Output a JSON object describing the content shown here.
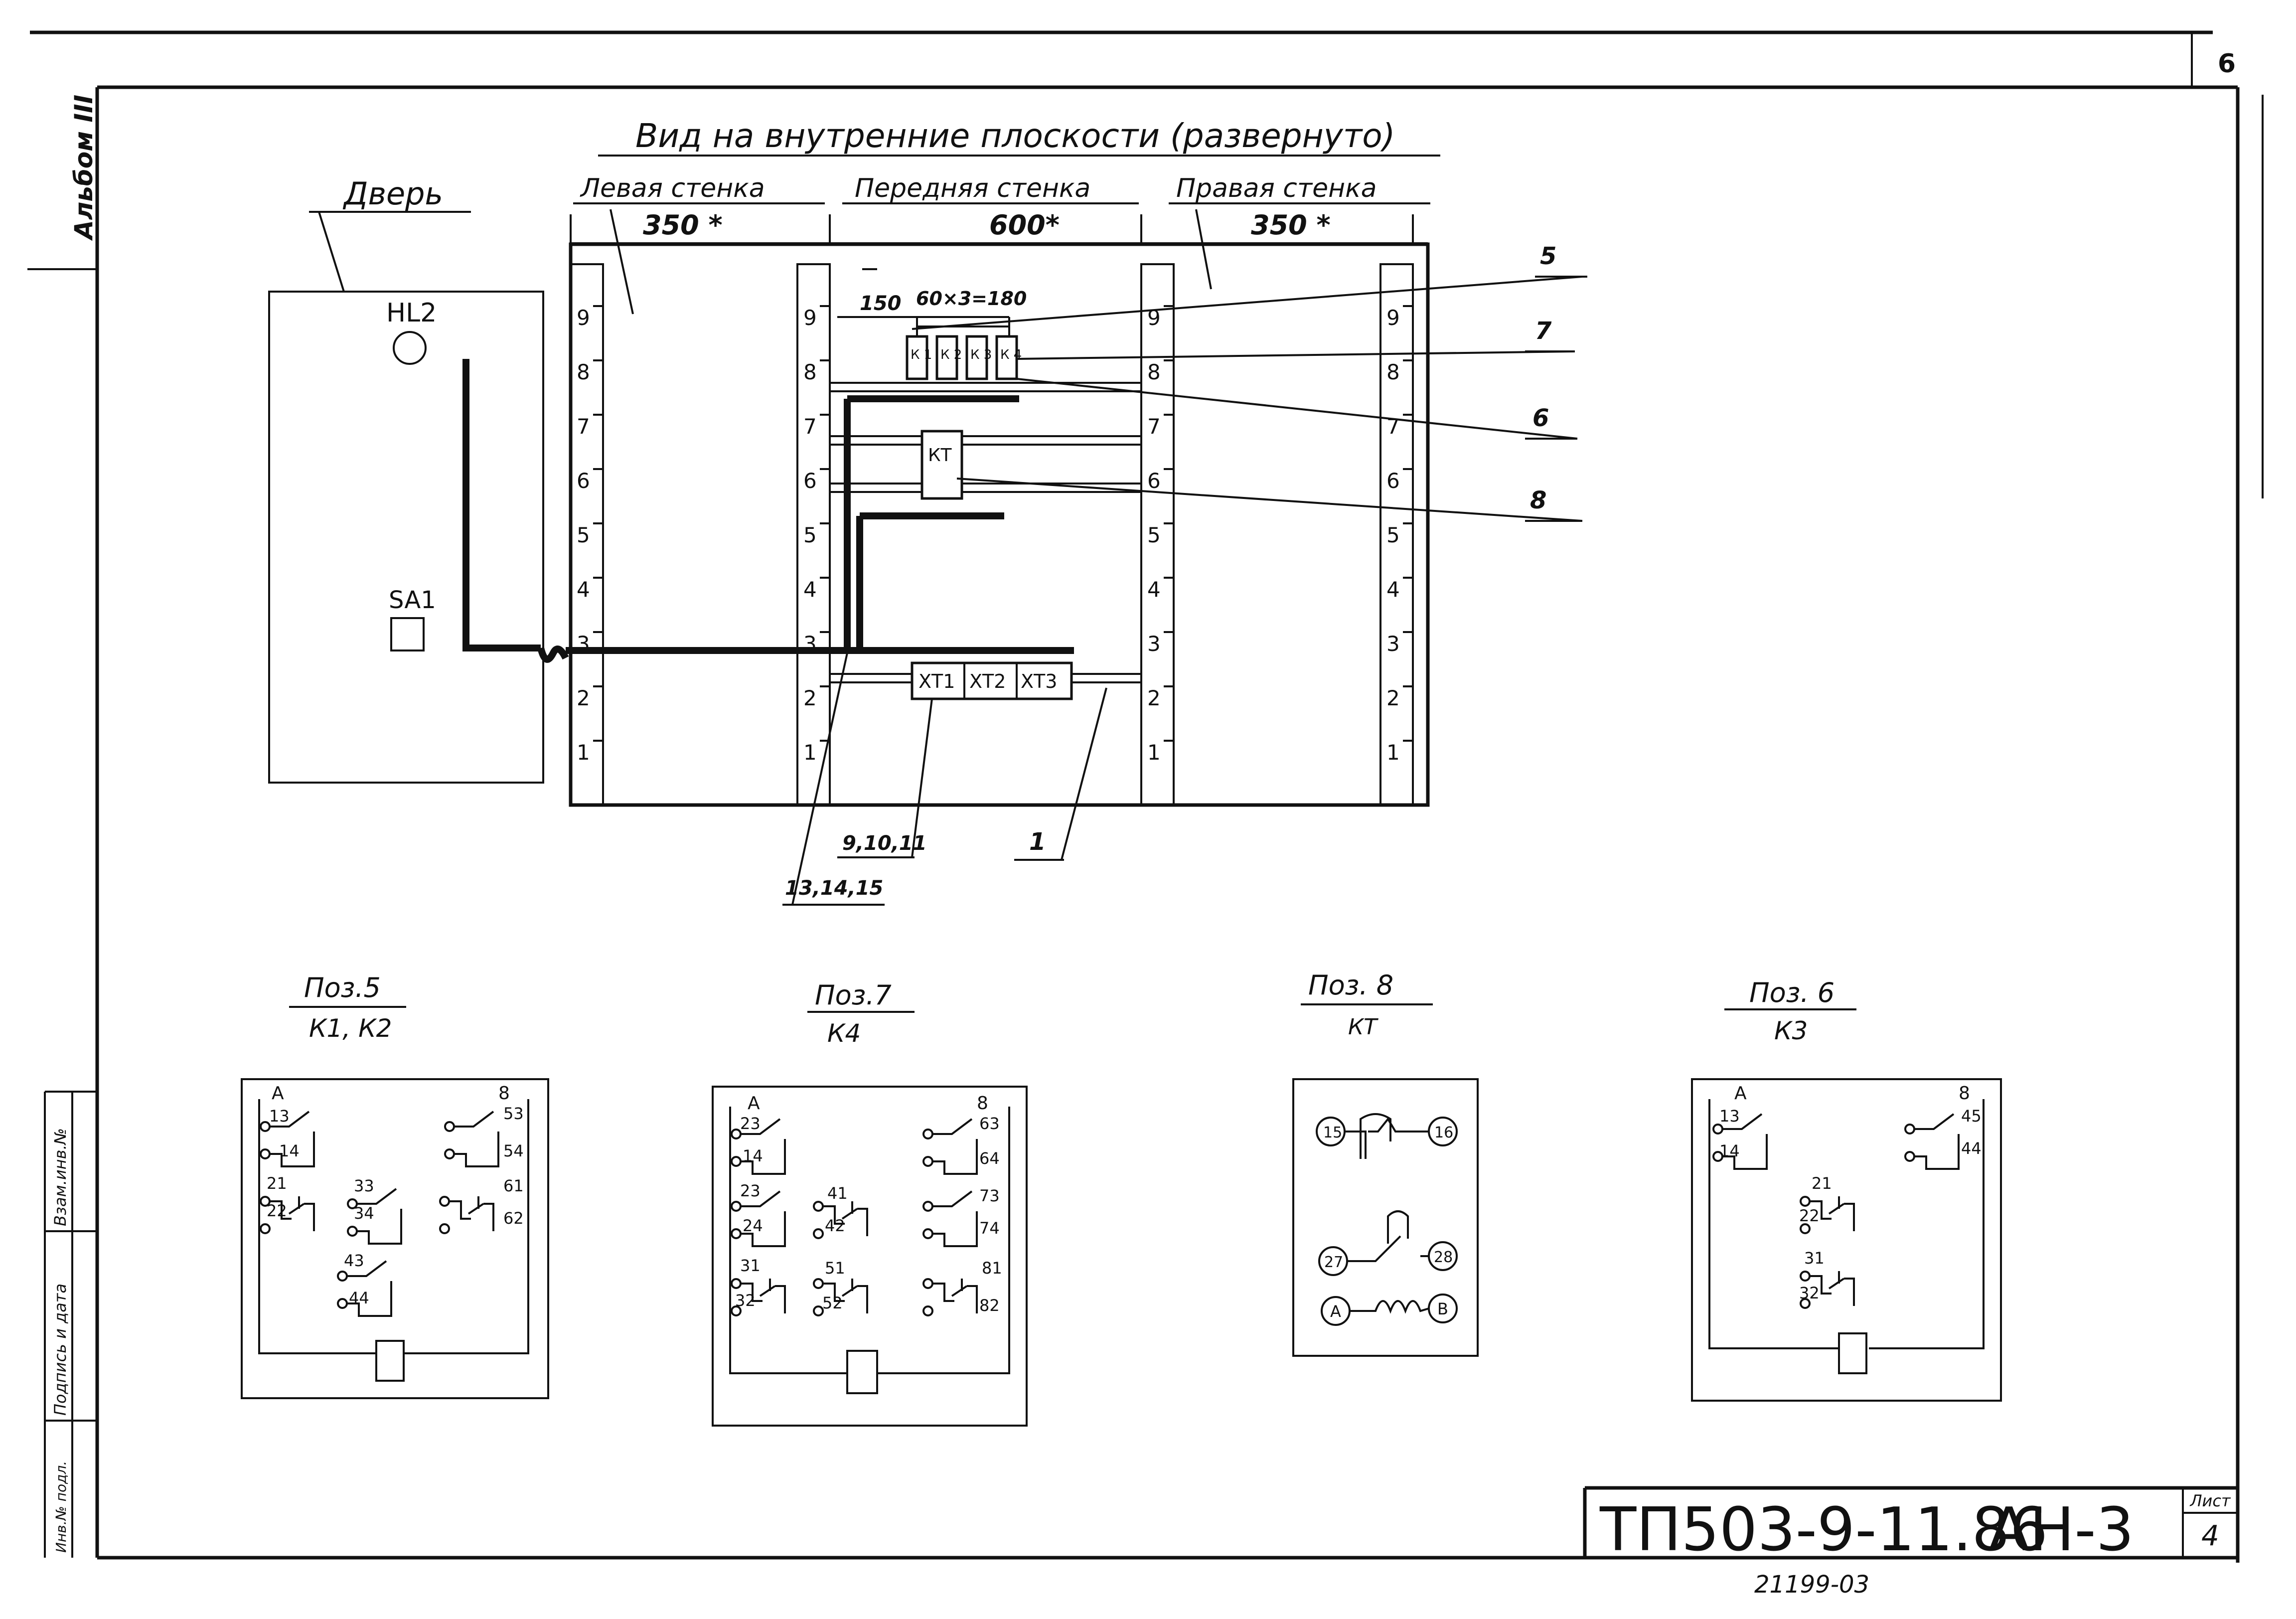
{
  "sheet": {
    "corner_number": "6",
    "album_label": "Альбом III",
    "title_code": "ТП503-9-11.86",
    "title_doc": "АН-3",
    "sheet_label": "Лист",
    "sheet_number": "4",
    "bottom_number": "21199-03"
  },
  "side_stamps": {
    "inv_no": "Взам.инв.№",
    "signature_date": "Подпись и дата",
    "inv_original": "Инв.№ подл."
  },
  "main_view": {
    "title": "Вид на внутренние плоскости (развернуто)",
    "door_label": "Дверь",
    "door_hl": "HL2",
    "door_sa": "SA1",
    "left_wall": "Левая стенка",
    "front_wall": "Передняя стенка",
    "right_wall": "Правая стенка",
    "dim_left": "350 *",
    "dim_front": "600*",
    "dim_right": "350 *",
    "dim_150": "150",
    "dim_pitch": "60×3=180",
    "scale_numbers": [
      "9",
      "8",
      "7",
      "6",
      "5",
      "4",
      "3",
      "2",
      "1"
    ],
    "relays": [
      "К 1",
      "К 2",
      "К 3",
      "К 4"
    ],
    "kt": "КТ",
    "terminals": [
      "ХТ1",
      "ХТ2",
      "ХТ3"
    ],
    "callouts": {
      "c5": "5",
      "c7": "7",
      "c6": "6",
      "c8": "8",
      "c1": "1",
      "c91011": "9,10,11",
      "c131415": "13,14,15"
    }
  },
  "positions": [
    {
      "title": "Поз.5",
      "subtitle": "К1, К2",
      "labels": [
        "А",
        "8",
        "13",
        "14",
        "53",
        "54",
        "21",
        "22",
        "33",
        "34",
        "61",
        "62",
        "43",
        "44"
      ]
    },
    {
      "title": "Поз.7",
      "subtitle": "К4",
      "labels": [
        "А",
        "8",
        "23",
        "14",
        "63",
        "64",
        "23",
        "24",
        "41",
        "42",
        "73",
        "74",
        "31",
        "32",
        "51",
        "52",
        "81",
        "82"
      ]
    },
    {
      "title": "Поз. 8",
      "subtitle": "КТ",
      "labels": [
        "15",
        "16",
        "27",
        "28",
        "А",
        "В"
      ]
    },
    {
      "title": "Поз. 6",
      "subtitle": "К3",
      "labels": [
        "А",
        "8",
        "13",
        "14",
        "45",
        "44",
        "21",
        "22",
        "31",
        "32"
      ]
    }
  ]
}
